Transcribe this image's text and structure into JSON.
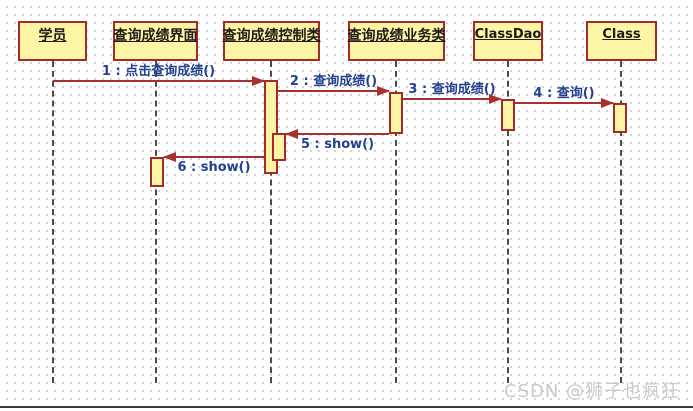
{
  "diagram": {
    "type": "uml-sequence-diagram",
    "objects": [
      {
        "id": "student",
        "label": "学员"
      },
      {
        "id": "query-score-ui",
        "label": "查询成绩界面"
      },
      {
        "id": "query-score-controller",
        "label": "查询成绩控制类"
      },
      {
        "id": "query-score-service",
        "label": "查询成绩业务类"
      },
      {
        "id": "class-dao",
        "label": "ClassDao"
      },
      {
        "id": "class",
        "label": "Class"
      }
    ],
    "messages": [
      {
        "num": 1,
        "from": "student",
        "to": "query-score-controller",
        "label": "1 : 点击查询成绩()"
      },
      {
        "num": 2,
        "from": "query-score-controller",
        "to": "query-score-service",
        "label": "2 : 查询成绩()"
      },
      {
        "num": 3,
        "from": "query-score-service",
        "to": "class-dao",
        "label": "3 : 查询成绩()"
      },
      {
        "num": 4,
        "from": "class-dao",
        "to": "class",
        "label": "4 : 查询()"
      },
      {
        "num": 5,
        "from": "query-score-service",
        "to": "query-score-controller",
        "label": "5 : show()"
      },
      {
        "num": 6,
        "from": "query-score-controller",
        "to": "query-score-ui",
        "label": "6 : show()"
      }
    ],
    "watermark": "CSDN @狮子也疯狂",
    "colors": {
      "box_fill": "#FCF5A6",
      "box_border": "#A52A2A",
      "message_line": "#A93030",
      "message_text": "#24418E",
      "lifeline": "#4A4A4A",
      "watermark_text": "#C9C9C9",
      "background": "#FFFFFF"
    }
  }
}
